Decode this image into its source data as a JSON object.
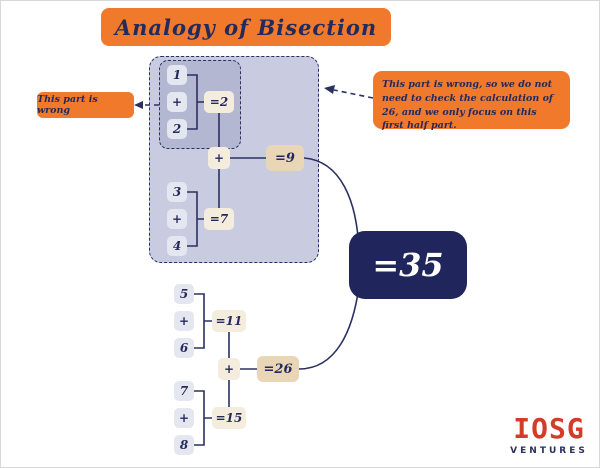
{
  "title": "Analogy of Bisection",
  "annotations": {
    "left": "This part is wrong",
    "right": "This part is wrong, so we do not need to check the calculation of 26, and we only focus on this first half part."
  },
  "diagram": {
    "top": {
      "sub1": {
        "a": "1",
        "op": "+",
        "b": "2",
        "result": "=2"
      },
      "sub2": {
        "a": "3",
        "op": "+",
        "b": "4",
        "result": "=7"
      },
      "combine_op": "+",
      "result": "=9"
    },
    "bottom": {
      "sub1": {
        "a": "5",
        "op": "+",
        "b": "6",
        "result": "=11"
      },
      "sub2": {
        "a": "7",
        "op": "+",
        "b": "8",
        "result": "=15"
      },
      "combine_op": "+",
      "result": "=26"
    },
    "total": "=35"
  },
  "logo": {
    "brand": "IOSG",
    "sub": "VENTURES"
  },
  "colors": {
    "orange": "#F0792C",
    "navy": "#252A5C",
    "region_bg": "#C9CCE0",
    "inner_region_bg": "#B3B7D1",
    "node_bg": "#E4E6F0",
    "result_bg": "#F4EDDE",
    "result_strong_bg": "#E9D6B6",
    "total_bg": "#20255B",
    "line": "#2B3060",
    "logo_red": "#D43B28"
  }
}
